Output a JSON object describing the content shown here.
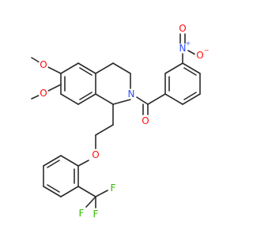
{
  "colors": {
    "oxygen": "#ff0d0d",
    "nitrogen": "#3050f8",
    "fluorine": "#33bb00",
    "bond": "#2b2b2b"
  },
  "atoms": {
    "o_ome_upper": "O",
    "o_ome_lower": "O",
    "n_ring": "N",
    "o_carbonyl": "O",
    "n_nitro": "N",
    "n_nitro_charge": "+",
    "o_nitro_top": "O",
    "o_nitro_right": "O",
    "o_nitro_right_charge": "−",
    "o_ether": "O",
    "f1": "F",
    "f2": "F",
    "f3": "F"
  }
}
